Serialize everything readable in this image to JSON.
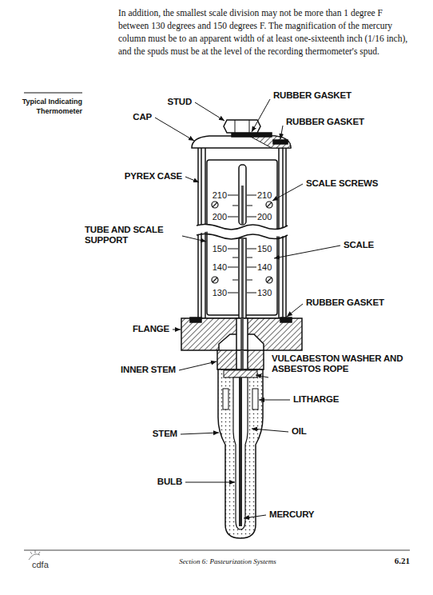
{
  "diagram": {
    "title": "Typical Indicating Thermometer",
    "labels": [
      "In addition, the smallest scale division may not be more than 1 degree F between 130 degrees and 150 degrees F. The magnification of the mercury column must be to an apparent width of at least one-sixteenth inch (1/16 inch), and the spuds must be at the level of the recording thermometer's spud.",
      "STUD",
      "RUBBER GASKET",
      "CAP",
      "RUBBER GASKET",
      "PYREX CASE",
      "SCALE SCREWS",
      "TUBE AND SCALE SUPPORT",
      "SCALE",
      "RUBBER GASKET",
      "FLANGE",
      "VULCABESTON WASHER AND ASBESTOS ROPE",
      "INNER STEM",
      "LITHARGE",
      "STEM",
      "OIL",
      "BULB",
      "MERCURY",
      "210",
      "210",
      "200",
      "200",
      "150",
      "150",
      "140",
      "140",
      "130",
      "130",
      "cdfa",
      "Section 6: Pasteurization Systems",
      "6.21"
    ]
  }
}
